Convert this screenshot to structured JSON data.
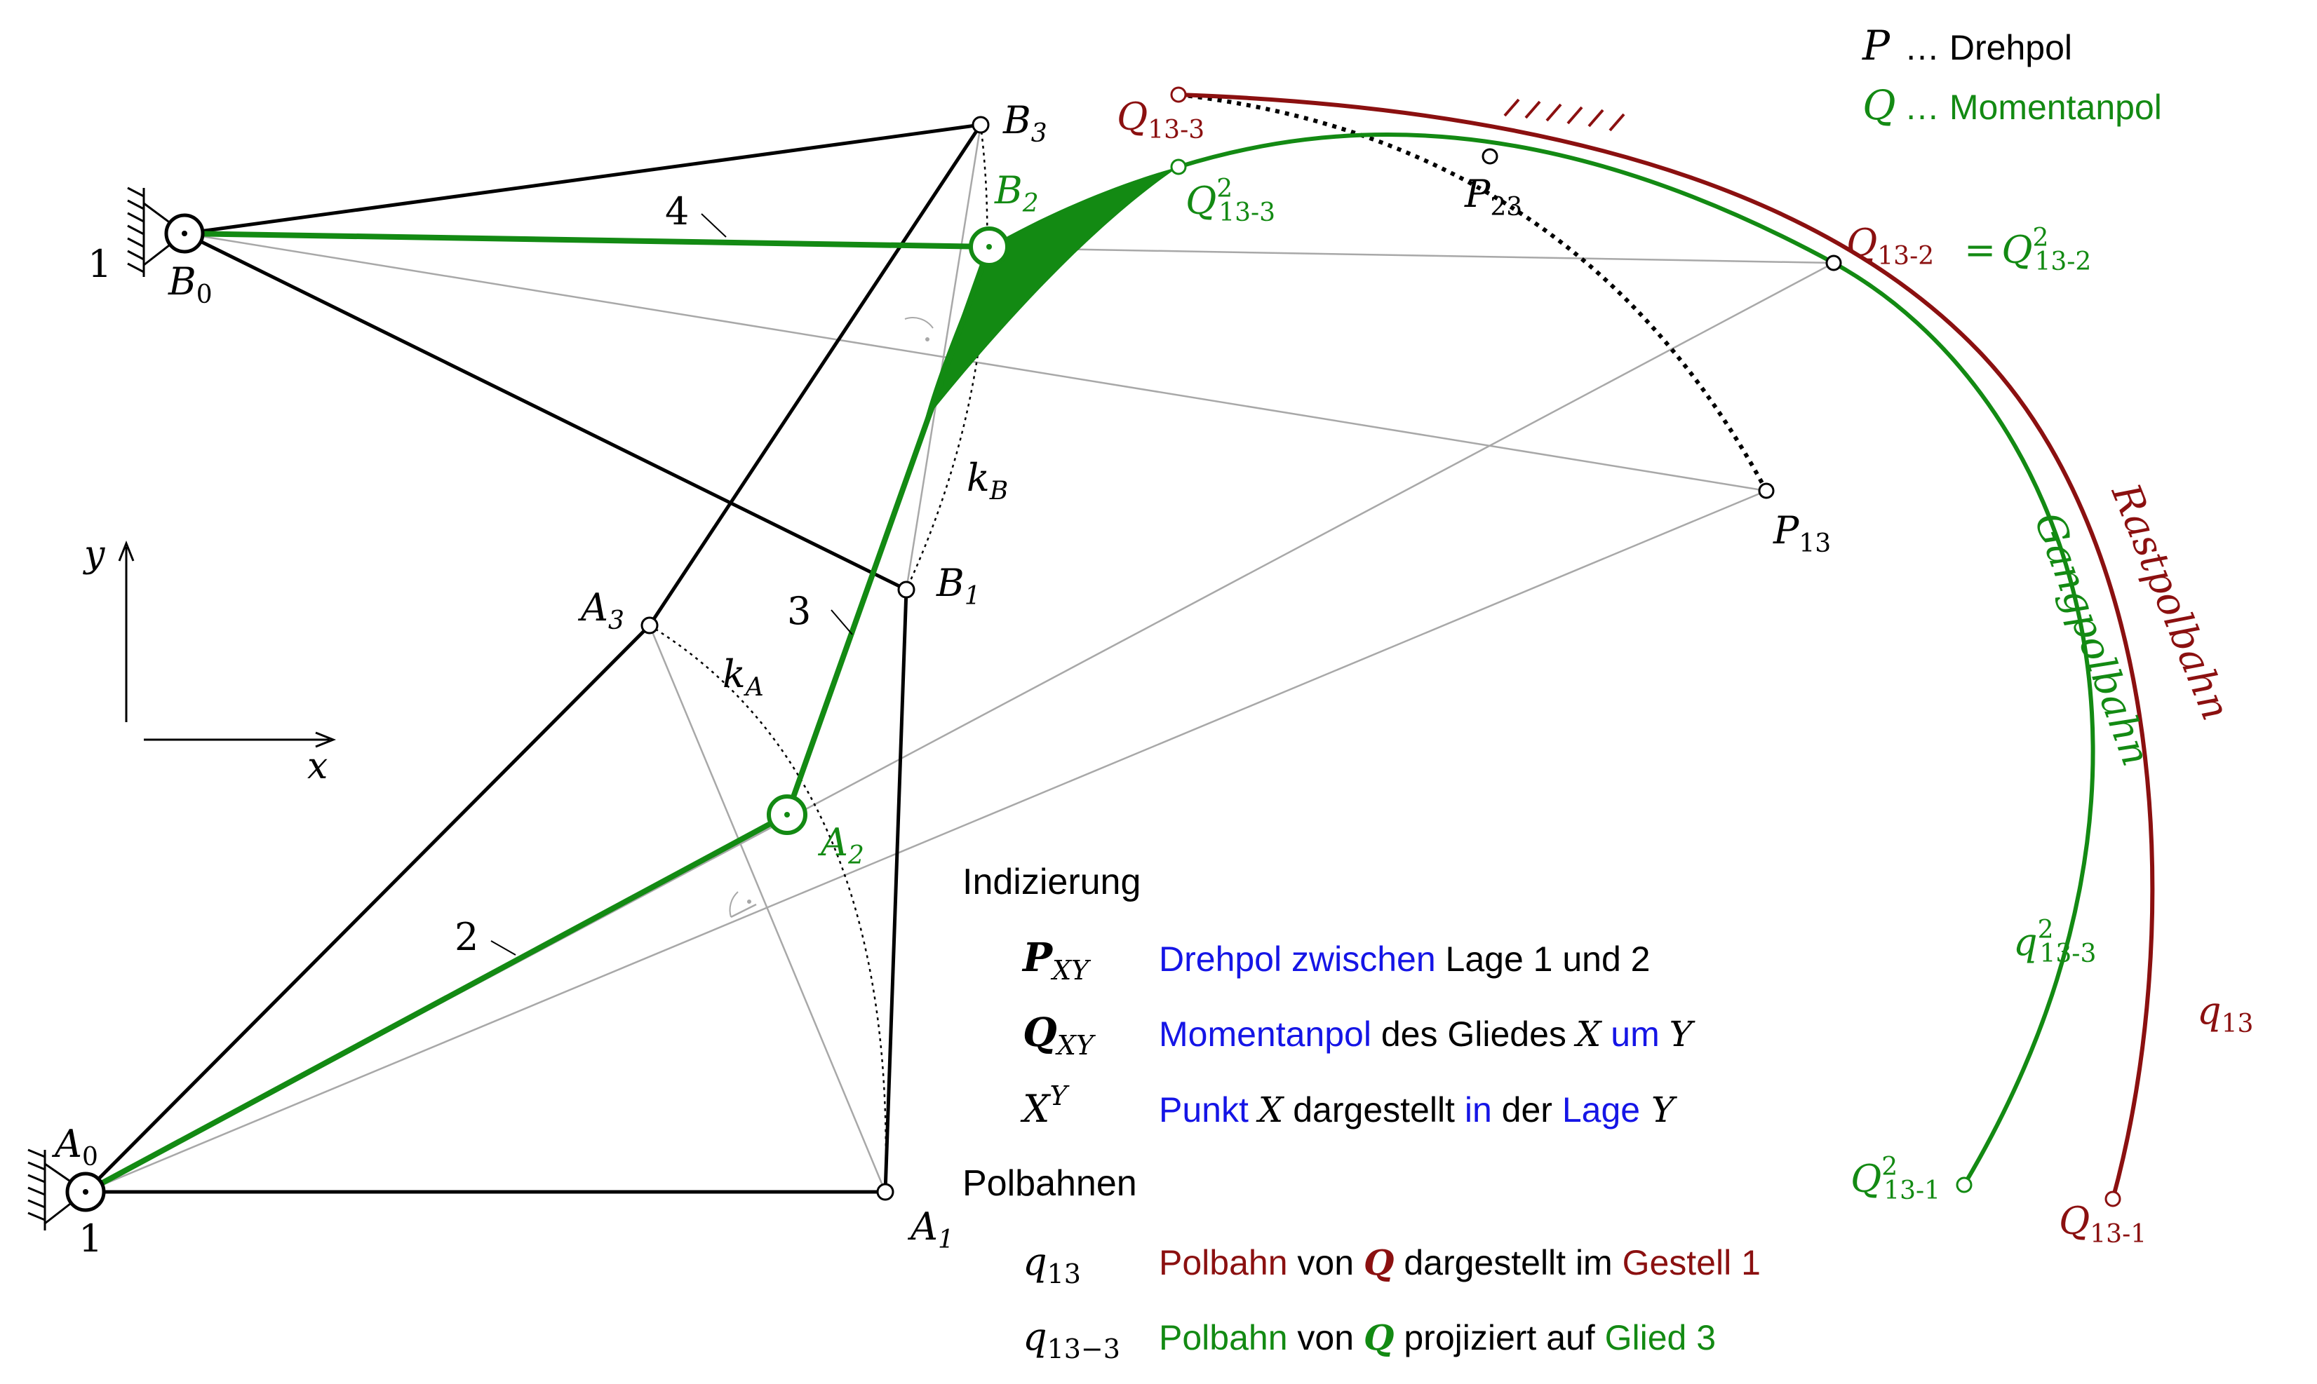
{
  "legend": {
    "p_symbol": "P",
    "p_text": "… Drehpol",
    "q_symbol": "Q",
    "q_text": "… Momentanpol"
  },
  "points": {
    "A0": "A",
    "A0_sub": "0",
    "A1": "A",
    "A1_sub": "1",
    "A2": "A",
    "A2_sub": "2",
    "A3": "A",
    "A3_sub": "3",
    "B0": "B",
    "B0_sub": "0",
    "B1": "B",
    "B1_sub": "1",
    "B2": "B",
    "B2_sub": "2",
    "B3": "B",
    "B3_sub": "3",
    "P13": "P",
    "P13_sub": "13",
    "P23": "P",
    "P23_sub": "23",
    "Q133": "Q",
    "Q133_sub": "13-3",
    "Q1332": "Q",
    "Q1332_sup": "2",
    "Q1332_sub": "13-3",
    "Q132a": "Q",
    "Q132a_sub": "13-2",
    "Q132_eq": "=",
    "Q132b": "Q",
    "Q132b_sup": "2",
    "Q132b_sub": "13-2",
    "Q1312": "Q",
    "Q1312_sup": "2",
    "Q1312_sub": "13-1",
    "Q131": "Q",
    "Q131_sub": "13-1"
  },
  "links": {
    "l1a": "1",
    "l1b": "1",
    "l2": "2",
    "l3": "3",
    "l4": "4"
  },
  "curves": {
    "kA": "k",
    "kA_sub": "A",
    "kB": "k",
    "kB_sub": "B",
    "q13": "q",
    "q13_sub": "13",
    "q1332": "q",
    "q1332_sup": "2",
    "q1332_sub": "13-3",
    "rastpolbahn": "Rastpolbahn",
    "gangpolbahn": "Gangpolbahn"
  },
  "axes": {
    "x": "x",
    "y": "y"
  },
  "indizierung": {
    "title": "Indizierung",
    "rows": [
      {
        "sym": "P",
        "sub": "XY",
        "t1": "Drehpol zwischen",
        "t2": " Lage 1 und 2"
      },
      {
        "sym": "Q",
        "sub": "XY",
        "t1": "Momentanpol",
        "t2": " des Gliedes ",
        "t3": "X",
        "t4": " um ",
        "t5": "Y"
      },
      {
        "sym": "X",
        "sup": "Y",
        "t1": "Punkt ",
        "t2": "X",
        "t3": " dargestellt ",
        "t4": "in",
        "t5": " der ",
        "t6": "Lage",
        "t7": " Y"
      }
    ]
  },
  "polbahnen": {
    "title": "Polbahnen",
    "rows": [
      {
        "sym": "q",
        "sub": "13",
        "t1": "Polbahn",
        "t2": " von ",
        "t3": "Q",
        "t4": " dargestellt im ",
        "t5": "Gestell 1"
      },
      {
        "sym": "q",
        "sub": "13−3",
        "t1": "Polbahn",
        "t2": " von ",
        "t3": "Q",
        "t4": " projiziert auf ",
        "t5": "Glied 3"
      }
    ]
  },
  "colors": {
    "black": "#000000",
    "green": "#138a13",
    "darkred": "#8b1010",
    "blue": "#1515e6",
    "gray": "#a0a0a0"
  }
}
